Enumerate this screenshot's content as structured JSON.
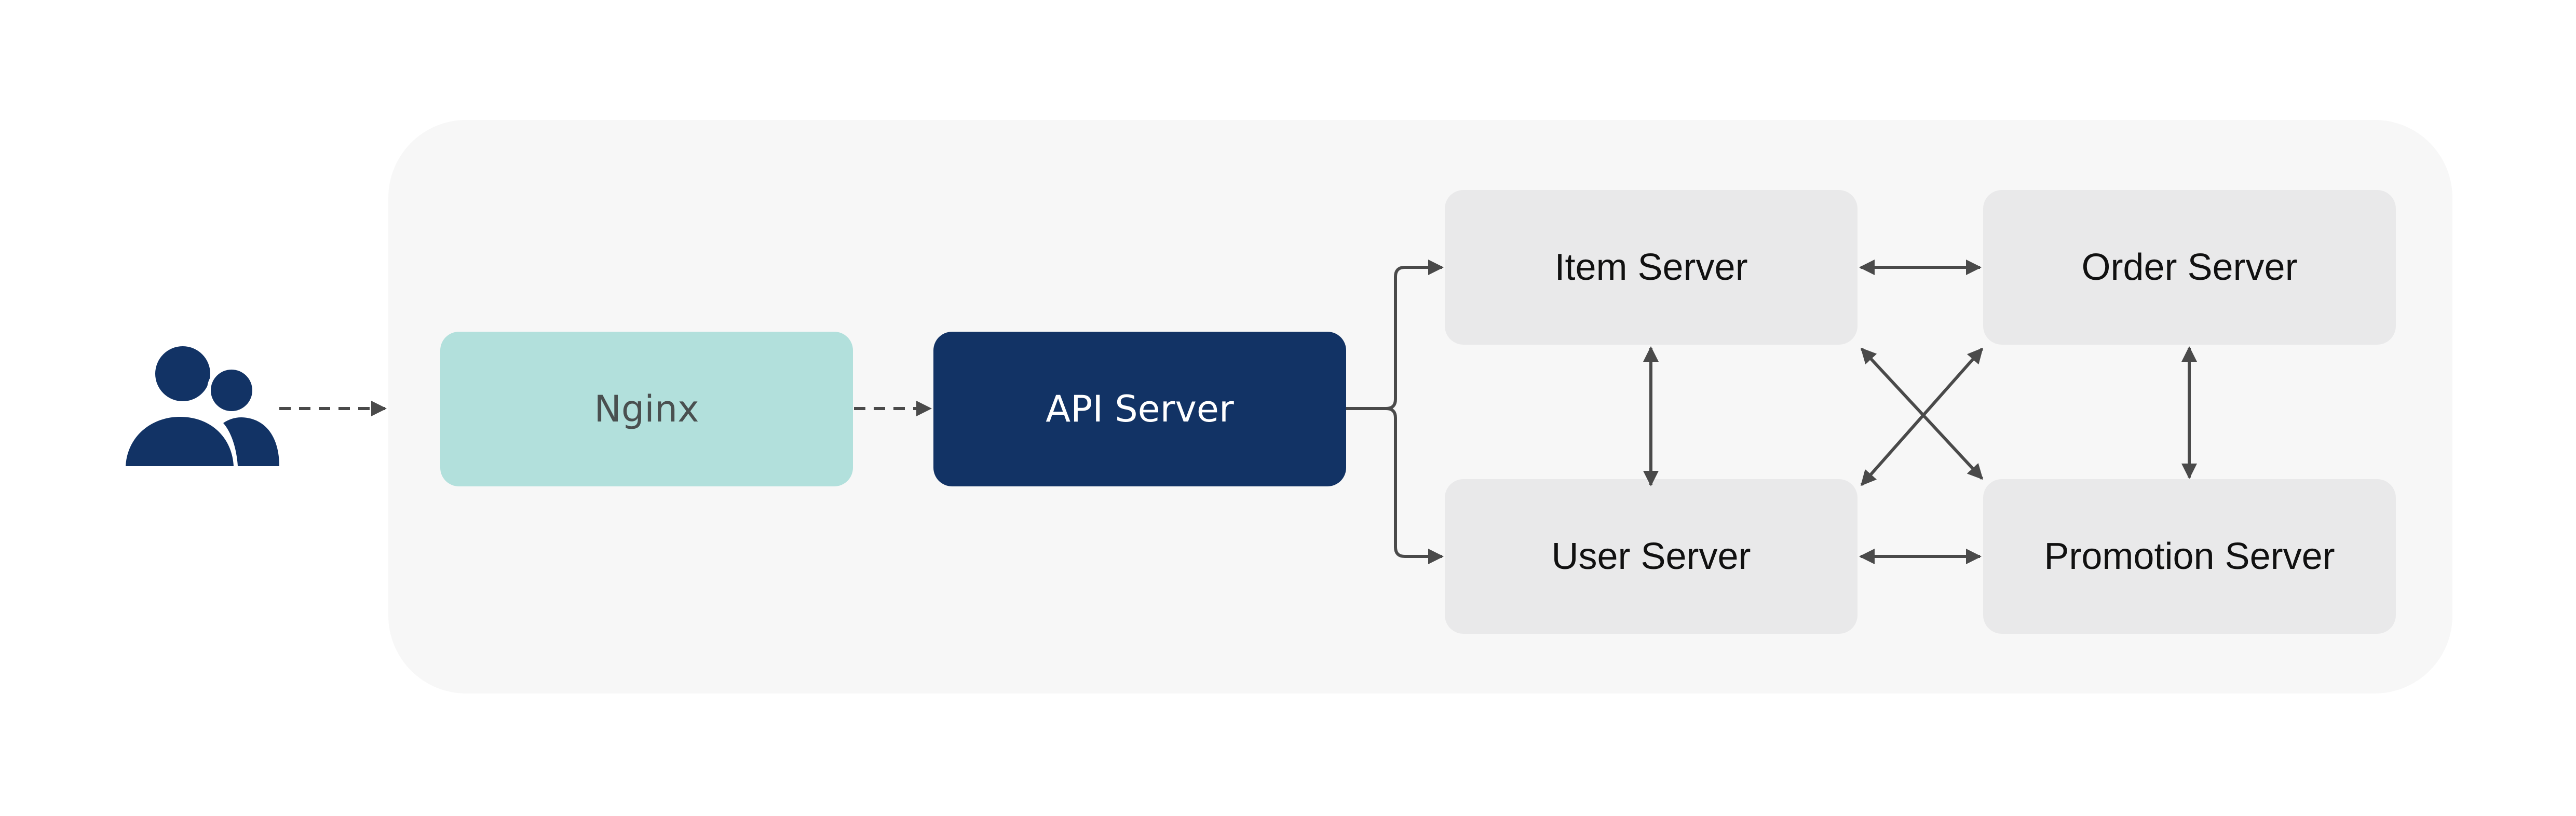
{
  "diagram": {
    "colors": {
      "container": "#f7f7f7",
      "nginx": "#b2e0dc",
      "api": "#123365",
      "service": "#e9e9ea",
      "arrow": "#4a4a4a",
      "users": "#123365"
    },
    "client": {
      "icon": "users-icon"
    },
    "nodes": {
      "nginx": "Nginx",
      "api_server": "API Server",
      "item_server": "Item Server",
      "order_server": "Order Server",
      "user_server": "User Server",
      "promotion_server": "Promotion Server"
    }
  }
}
